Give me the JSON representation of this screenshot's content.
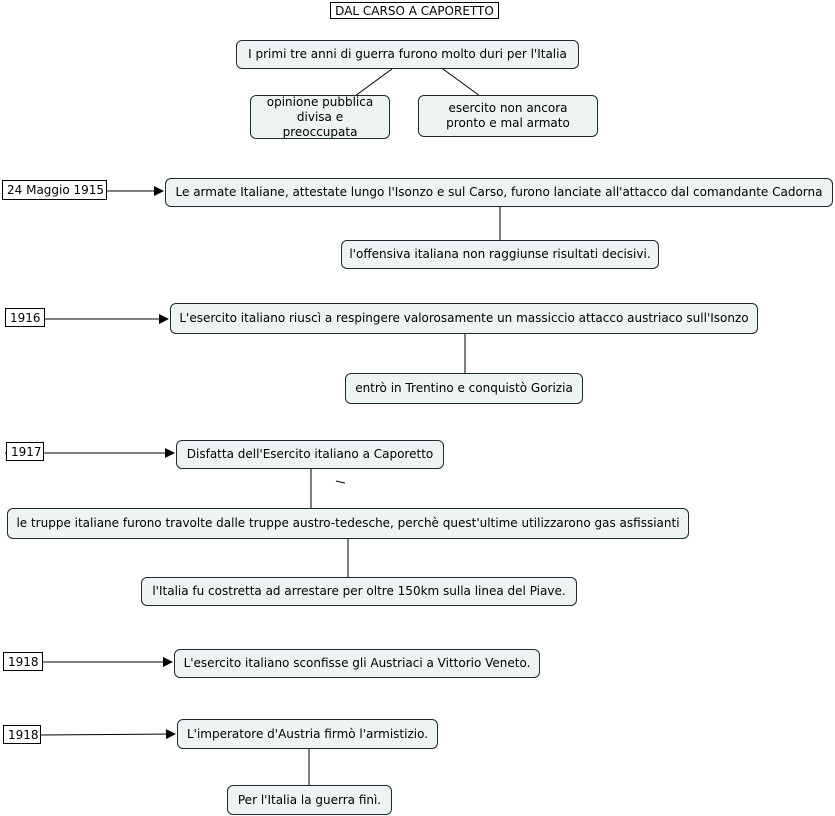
{
  "title": "DAL CARSO A CAPORETTO",
  "intro": {
    "main": "I primi tre anni di guerra furono molto duri per l'Italia",
    "left": "opinione pubblica divisa e preoccupata",
    "right": "esercito non ancora pronto e mal armato"
  },
  "events": [
    {
      "date": "24 Maggio 1915",
      "main": "Le armate Italiane, attestate lungo l'Isonzo e sul Carso, furono lanciate all'attacco dal comandante Cadorna",
      "sub": "l'offensiva italiana non raggiunse risultati decisivi."
    },
    {
      "date": "1916",
      "main": "L'esercito italiano riuscì a respingere valorosamente un massiccio attacco austriaco sull'Isonzo",
      "sub": "entrò in Trentino e conquistò Gorizia"
    },
    {
      "date": "1917",
      "main": "Disfatta  dell'Esercito italiano a Caporetto",
      "sub": "le truppe italiane furono travolte dalle truppe austro-tedesche, perchè quest'ultime utilizzarono gas asfissianti",
      "sub2": "l'Italia fu costretta ad arrestare per oltre 150km sulla linea del Piave."
    },
    {
      "date": "1918",
      "main": "L'esercito italiano sconfisse gli Austriaci a Vittorio Veneto."
    },
    {
      "date": "1918",
      "main": "L'imperatore d'Austria firmò l'armistizio.",
      "sub": "Per l'Italia la guerra finì."
    }
  ]
}
